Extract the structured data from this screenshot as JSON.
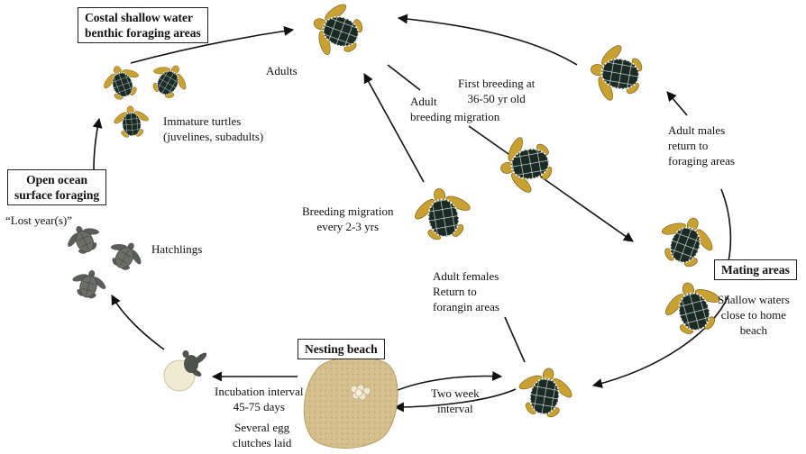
{
  "boxes": {
    "coastal": "Costal shallow water\nbenthic foraging areas",
    "open_ocean": "Open ocean\nsurface foraging",
    "mating": "Mating areas",
    "nesting": "Nesting beach"
  },
  "labels": {
    "adults": "Adults",
    "immature": "Immature turtles\n(juvelines, subadults)",
    "lost_years": "“Lost year(s)”",
    "hatchlings": "Hatchlings",
    "first_breeding": "First breeding at\n36-50 yr old",
    "adult_breeding_migration": "Adult\nbreeding migration",
    "adult_males_return": "Adult males\nreturn to\nforaging areas",
    "breeding_migration_interval": "Breeding migration\nevery 2-3 yrs",
    "adult_females_return": "Adult females\nReturn to\nforangin areas",
    "shallow_waters": "Shallow waters\nclose to home\nbeach",
    "two_week_interval": "Two week\ninterval",
    "incubation_interval": "Incubation interval\n45-75 days",
    "egg_clutches": "Several egg\nclutches laid"
  },
  "colors": {
    "shell": "#1a2a24",
    "scute_line": "#e8f0ea",
    "flipper": "#c9a032",
    "hatchling": "#5a5e58",
    "sand": "#d5bf8c",
    "egg": "#f1ead2",
    "arrow": "#111111"
  }
}
